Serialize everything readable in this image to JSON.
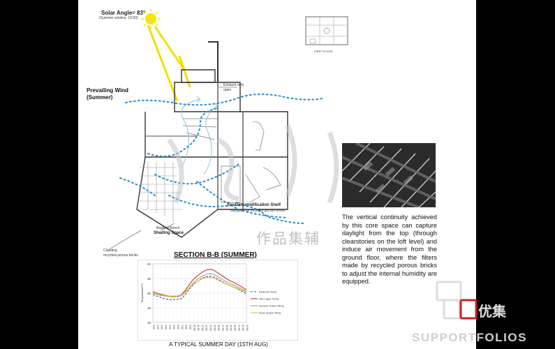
{
  "annotations": {
    "solar_angle": "Solar Angle= 83°",
    "solar_sub": "(Summer solstice, 12:00)",
    "wind_line1": "Prevailing Wind",
    "wind_line2": "(Summer)",
    "exhaust_line1": "Exhaust vent",
    "exhaust_line2": "open",
    "dehum_prefix": "The ",
    "dehum_bold": "Dehumidification Shelf",
    "dehum_sub": "equipped by recycled porous bricks",
    "bench": "Basking Bench",
    "shading": "Shading Space",
    "cladding": "Cladding",
    "cladding_sub": "recycled porous bricks",
    "plan_label": "FIRST FLOOR"
  },
  "section_title": "SECTION B-B (SUMMER)",
  "description": "The vertical continuity achieved by this core space can capture daylight from the top (through clearstories on the loft level) and induce air movement from the ground floor, where the filters made by recycled porous bricks to adjust the internal humidity are equipped.",
  "watermark_cn": "作品集辅",
  "logo": {
    "cn": "优集",
    "en": "SUPPORTFOLIOS"
  },
  "chart_data": {
    "type": "line",
    "title": "",
    "caption": "A TYPICAL SUMMER DAY (15TH AUG)",
    "ylabel": "Temperature/°C",
    "xlabel": "",
    "ylim": [
      20,
      40
    ],
    "yticks": [
      20,
      25,
      30,
      35,
      40
    ],
    "grid": true,
    "legend_position": "right",
    "categories": [
      "0:00",
      "1:00",
      "2:00",
      "3:00",
      "4:00",
      "5:00",
      "6:00",
      "7:00",
      "8:00",
      "9:00",
      "10:00",
      "11:00",
      "12:00",
      "13:00",
      "14:00",
      "15:00",
      "16:00",
      "17:00",
      "18:00",
      "19:00",
      "20:00",
      "21:00",
      "22:00",
      "23:00"
    ],
    "series": [
      {
        "name": "External Temp",
        "color": "#3b4fa6",
        "dash": "3,2",
        "values": [
          29.5,
          29.0,
          28.5,
          28.0,
          27.8,
          27.8,
          27.9,
          28.2,
          29.5,
          31.5,
          33.0,
          34.0,
          35.0,
          35.6,
          35.8,
          35.5,
          34.8,
          34.0,
          33.2,
          32.5,
          32.0,
          31.3,
          30.5,
          29.8
        ]
      },
      {
        "name": "Out Layer Temp",
        "color": "#c0392b",
        "dash": "",
        "values": [
          30.5,
          30.0,
          29.6,
          29.3,
          29.0,
          28.9,
          29.0,
          29.5,
          31.0,
          33.0,
          34.8,
          36.0,
          37.0,
          37.8,
          38.2,
          37.8,
          36.9,
          35.9,
          35.0,
          34.2,
          33.6,
          32.8,
          32.0,
          31.2
        ]
      },
      {
        "name": "Service Tower Temp",
        "color": "#9e9e9e",
        "dash": "",
        "values": [
          30.0,
          29.6,
          29.2,
          29.0,
          28.8,
          28.7,
          28.8,
          29.1,
          30.3,
          32.0,
          33.6,
          34.8,
          35.7,
          36.4,
          36.7,
          36.4,
          35.6,
          34.7,
          33.9,
          33.2,
          32.7,
          32.0,
          31.3,
          30.6
        ]
      },
      {
        "name": "Inner space Temp",
        "color": "#e6c21a",
        "dash": "",
        "values": [
          30.2,
          29.8,
          29.4,
          29.2,
          29.0,
          29.0,
          29.1,
          29.4,
          30.5,
          32.0,
          33.2,
          34.0,
          34.8,
          35.3,
          35.4,
          35.1,
          34.5,
          33.8,
          33.1,
          32.5,
          32.1,
          31.5,
          30.9,
          30.4
        ]
      }
    ]
  }
}
